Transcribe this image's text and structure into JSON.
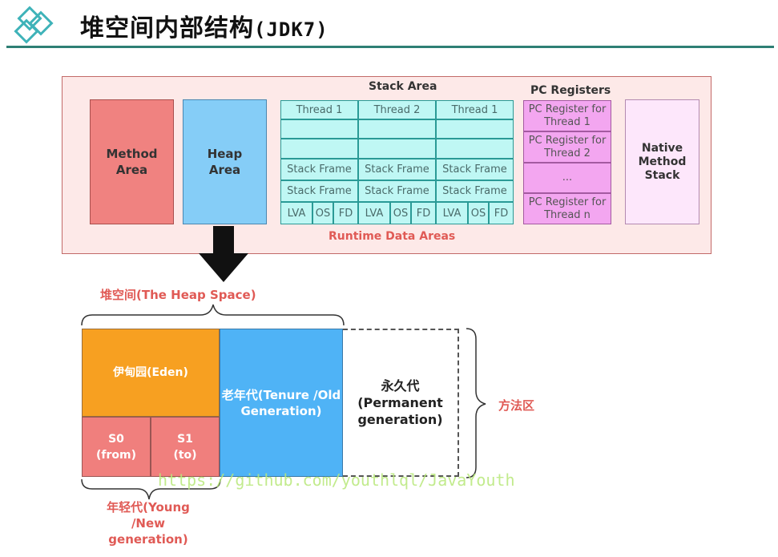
{
  "header": {
    "title": "堆空间内部结构",
    "subtitle": "(JDK7)"
  },
  "runtime": {
    "caption": "Runtime Data Areas",
    "method_area": "Method Area",
    "heap_area": "Heap Area",
    "native_method_stack": "Native Method Stack",
    "stack_area": {
      "label": "Stack Area",
      "threads": [
        "Thread 1",
        "Thread 2",
        "Thread 1"
      ],
      "frame_label": "Stack Frame",
      "frame_parts": [
        "LVA",
        "OS",
        "FD"
      ]
    },
    "pc_registers": {
      "label": "PC Registers",
      "cells": [
        "PC Register for Thread 1",
        "PC Register for Thread 2",
        "...",
        "PC Register for Thread n"
      ]
    }
  },
  "heap_space": {
    "label": "堆空间(The Heap Space)",
    "eden": "伊甸园(Eden)",
    "s0": "S0 (from)",
    "s1": "S1 (to)",
    "tenure": "老年代(Tenure /Old Generation)",
    "permanent": "永久代 (Permanent generation)",
    "young_label": "年轻代(Young /New generation)",
    "method_area_label": "方法区"
  },
  "watermark": "https://github.com/youthlql/JavaYouth",
  "colors": {
    "accent_teal": "#2e7f74",
    "label_red": "#e05a55",
    "method_area": "#f08280",
    "heap_area": "#85cdf7",
    "stack_cell": "#bff7f4",
    "pc_cell": "#f3a6f0",
    "eden": "#f7a021",
    "survivor": "#f07f7d",
    "tenure": "#4fb3f6"
  }
}
